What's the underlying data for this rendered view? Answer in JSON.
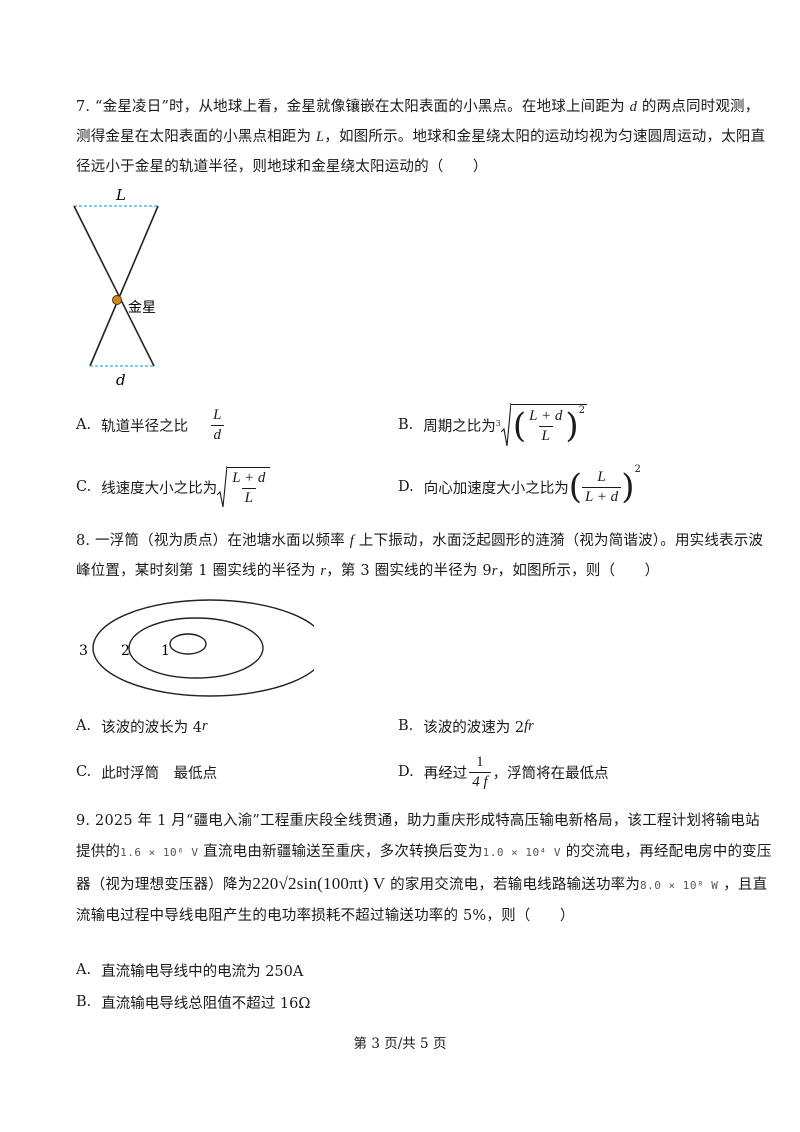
{
  "q7": {
    "lines": [
      "7. “金星凌日”时，从地球上看，金星就像镶嵌在太阳表面的小黑点。在地球上间距为",
      "测得金星在太阳表面的小黑点相距为",
      "径远小于金星的轨道半径，则地球和金星绕太阳运动的（　　）"
    ],
    "line1_var": "d",
    "line1_tail": "的两点同时观测，",
    "line2_var": "L",
    "line2_tail": "，如图所示。地球和金星绕太阳的运动均视为匀速圆周运动，太阳直",
    "figure": {
      "top_label": "L",
      "bottom_label": "d",
      "point_label": "金星"
    },
    "options": {
      "A_label": "A.",
      "A_text": "轨道半径之比",
      "A_num": "L",
      "A_den": "d",
      "B_label": "B.",
      "B_text": "周期之比为",
      "B_num": "L + d",
      "B_den": "L",
      "B_exp": "2",
      "B_root": "3",
      "C_label": "C.",
      "C_text": "线速度大小之比为",
      "C_num": "L + d",
      "C_den": "L",
      "D_label": "D.",
      "D_text": "向心加速度大小之比为",
      "D_num": "L",
      "D_den": "L + d",
      "D_exp": "2"
    }
  },
  "q8": {
    "line1_head": "8. 一浮筒（视为质点）在池塘水面以频率",
    "line1_var": "f",
    "line1_tail": "上下振动，水面泛起圆形的涟漪（视为简谐波）。用实线表示波",
    "line2_head": "峰位置，某时刻第 1 圈实线的半径为",
    "line2_var1": "r",
    "line2_mid": "，第 3 圈实线的半径为 9",
    "line2_var2": "r",
    "line2_tail": "，如图所示，则（　　）",
    "figure": {
      "labels": [
        "3",
        "2",
        "1"
      ]
    },
    "options": {
      "A_label": "A.",
      "A_text": "该波的波长为 4",
      "A_var": "r",
      "B_label": "B.",
      "B_text": "该波的波速为 2",
      "B_var": "fr",
      "C_label": "C.",
      "C_text": "此时浮筒　最低点",
      "D_label": "D.",
      "D_text_pre": "再经过",
      "D_num": "1",
      "D_den": "4 f",
      "D_text_post": "，浮筒将在最低点"
    }
  },
  "q9": {
    "line1": "9. 2025 年 1 月“疆电入渝”工程重庆段全线贯通，助力重庆形成特高压输电新格局，该工程计划将输电站",
    "line2_head": "提供的",
    "line2_val1": "1.6 × 10⁶ V",
    "line2_mid": "直流电由新疆输送至重庆，多次转换后变为",
    "line2_val2": "1.0 × 10⁴ V",
    "line2_tail": "的交流电，再经配电房中的变压",
    "line3_head": "器（视为理想变压器）降为",
    "line3_formula": "220√2sin(100πt) V",
    "line3_mid": "的家用交流电，若输电线路输送功率为",
    "line3_val": "8.0 × 10⁸ W",
    "line3_tail": "，且直",
    "line4": "流输电过程中导线电阻产生的电功率损耗不超过输送功率的 5%，则（　　）",
    "options": {
      "A_label": "A.",
      "A_text": "直流输电导线中的电流为 250A",
      "B_label": "B.",
      "B_text": "直流输电导线总阻值不超过 16Ω"
    }
  },
  "footer": "第 3 页/共 5 页"
}
